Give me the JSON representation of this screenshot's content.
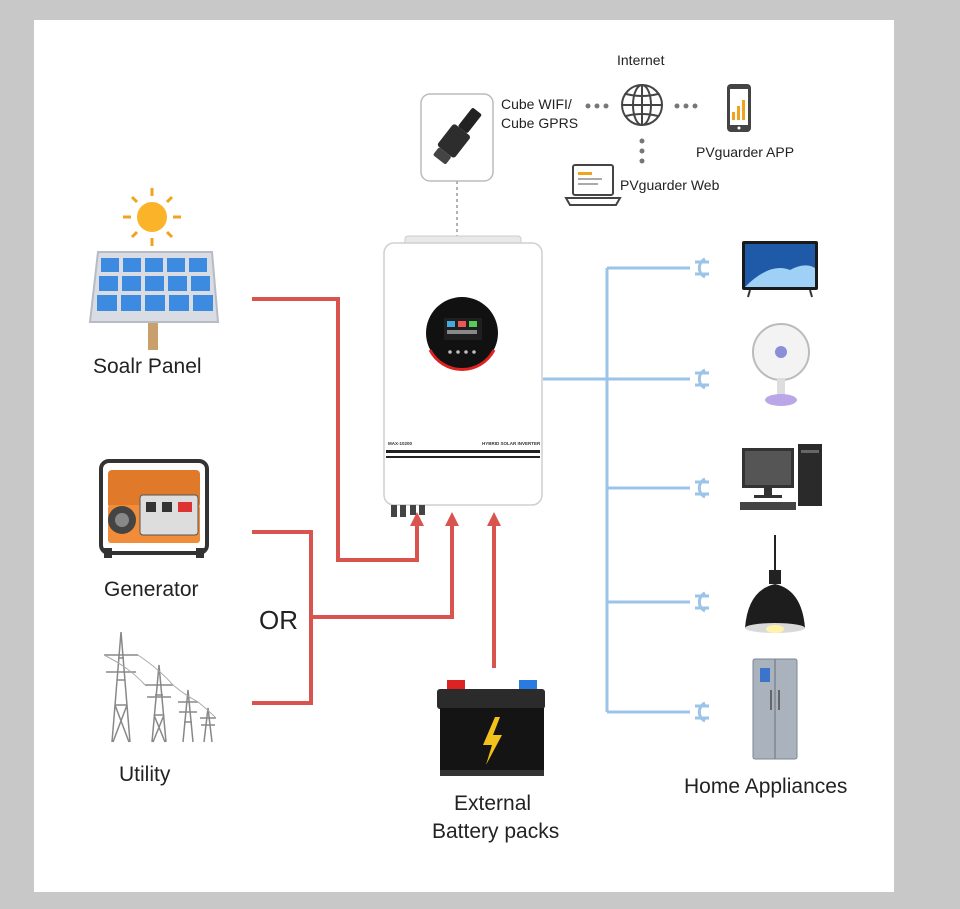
{
  "sources": {
    "solar_panel_label": "Soalr Panel",
    "generator_label": "Generator",
    "utility_label": "Utility",
    "or_label": "OR"
  },
  "inverter": {
    "model_text": "MAX-10200",
    "type_text": "HYBRID SOLAR INVERTER"
  },
  "monitoring": {
    "module_label_line1": "Cube WIFI/",
    "module_label_line2": "Cube  GPRS",
    "internet_label": "Internet",
    "app_label": "PVguarder APP",
    "web_label": "PVguarder Web"
  },
  "battery": {
    "label_line1": "External",
    "label_line2": "Battery packs"
  },
  "loads": {
    "label": "Home Appliances",
    "items": [
      "tv",
      "fan",
      "computer",
      "lamp",
      "refrigerator"
    ]
  },
  "colors": {
    "input_line": "#d9534f",
    "output_line": "#9cc3e8",
    "background": "#c8c8c8"
  }
}
